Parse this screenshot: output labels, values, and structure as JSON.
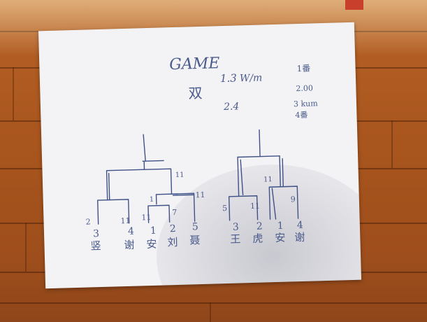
{
  "sheet": {
    "title": "GAME",
    "note_left": "双",
    "note_mid_1": "1.3",
    "note_mid_1_suffix": "W/m",
    "note_mid_2": "2.4",
    "side_notes": [
      "1番",
      "2.00",
      "3 kum",
      "4番"
    ]
  },
  "bracket": {
    "left_scores": [
      "2",
      "11",
      "11",
      "7",
      "11",
      "1",
      "11"
    ],
    "left_teams": [
      {
        "seed": "3",
        "name": "竖"
      },
      {
        "seed": "4",
        "name": "谢"
      },
      {
        "seed": "1",
        "name": "安"
      },
      {
        "seed": "2",
        "name": "刘"
      },
      {
        "seed": "5",
        "name": "聂"
      }
    ],
    "right_scores": [
      "5",
      "11",
      "11",
      "9"
    ],
    "right_teams": [
      {
        "seed": "3",
        "name": "王"
      },
      {
        "seed": "2",
        "name": "虎"
      },
      {
        "seed": "1",
        "name": "安"
      },
      {
        "seed": "4",
        "name": "谢"
      }
    ]
  },
  "colors": {
    "wood": "#a8551f",
    "paper": "#f3f3f6",
    "ink": "#3f5186",
    "tag": "#c8402c"
  }
}
